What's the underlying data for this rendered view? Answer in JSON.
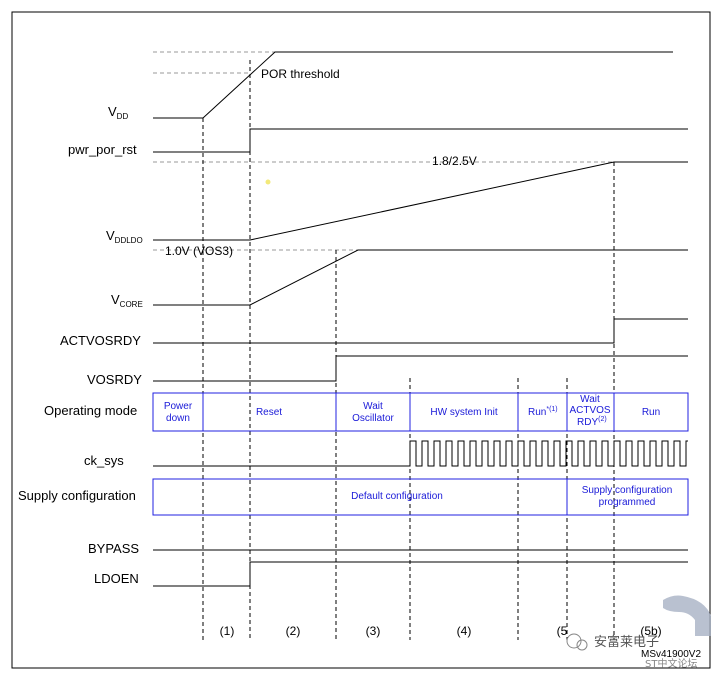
{
  "signals": {
    "vdd": {
      "main": "V",
      "sub": "DD"
    },
    "pwr_por_rst": "pwr_por_rst",
    "vddldo": {
      "main": "V",
      "sub": "DDLDO"
    },
    "vcore": {
      "main": "V",
      "sub": "CORE"
    },
    "actvosrdy": "ACTVOSRDY",
    "vosrdy": "VOSRDY",
    "operating_mode": "Operating mode",
    "ck_sys": "ck_sys",
    "supply_configuration": "Supply configuration",
    "bypass": "BYPASS",
    "ldoen": "LDOEN"
  },
  "annotations": {
    "por_threshold": "POR threshold",
    "v18_25": "1.8/2.5V",
    "v10_vos3": "1.0V (VOS3)"
  },
  "operating_modes": {
    "power_down": [
      "Power",
      "down"
    ],
    "reset": "Reset",
    "wait_oscillator": [
      "Wait",
      "Oscillator"
    ],
    "hw_system_init": "HW system Init",
    "run1": {
      "text": "Run",
      "sup": "*(1)"
    },
    "wait_actvos_rdy": [
      "Wait",
      "ACTVOS",
      "RDY",
      "(2)"
    ],
    "run": "Run"
  },
  "supply_config": {
    "default": "Default configuration",
    "programmed": [
      "Supply configuration",
      "programmed"
    ]
  },
  "phases": [
    "(1)",
    "(2)",
    "(3)",
    "(4)",
    "(5",
    "(5b)"
  ],
  "reference": "MSv41900V2",
  "watermark": {
    "text": "安富莱电子",
    "subtext": "ST中文论坛"
  },
  "colors": {
    "box_blue": "#2020e0",
    "text_blue": "#1a1ad8"
  }
}
